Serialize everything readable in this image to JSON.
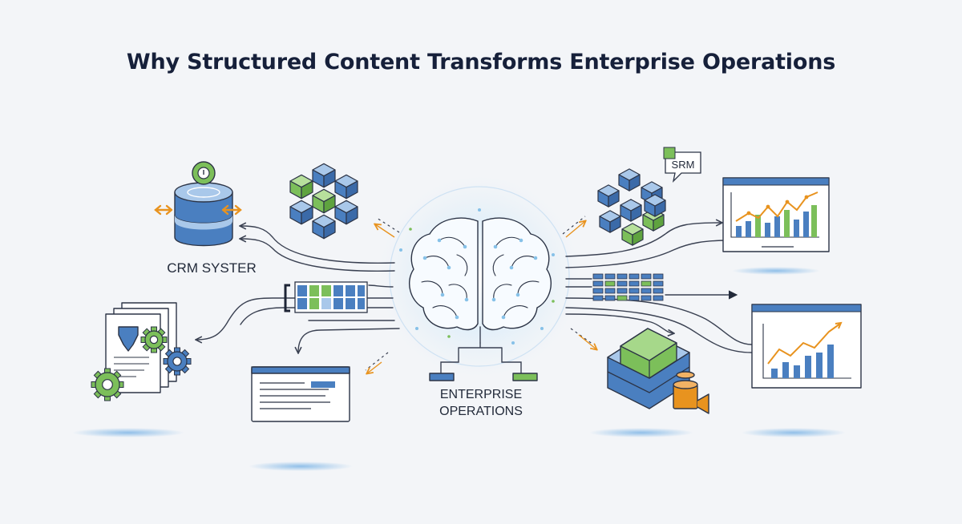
{
  "title": "Why Structured Content Transforms Enterprise Operations",
  "labels": {
    "crm_system": "CRM SYSTER",
    "srm": "SRM",
    "enterprise_line1": "ENTERPRISE",
    "enterprise_line2": "OPERATIONS"
  },
  "colors": {
    "background": "#f3f5f8",
    "blue": "#4a7fc0",
    "blue_light": "#a9c8ea",
    "green": "#7cbf5a",
    "orange": "#e8931f",
    "outline": "#2c3446"
  }
}
